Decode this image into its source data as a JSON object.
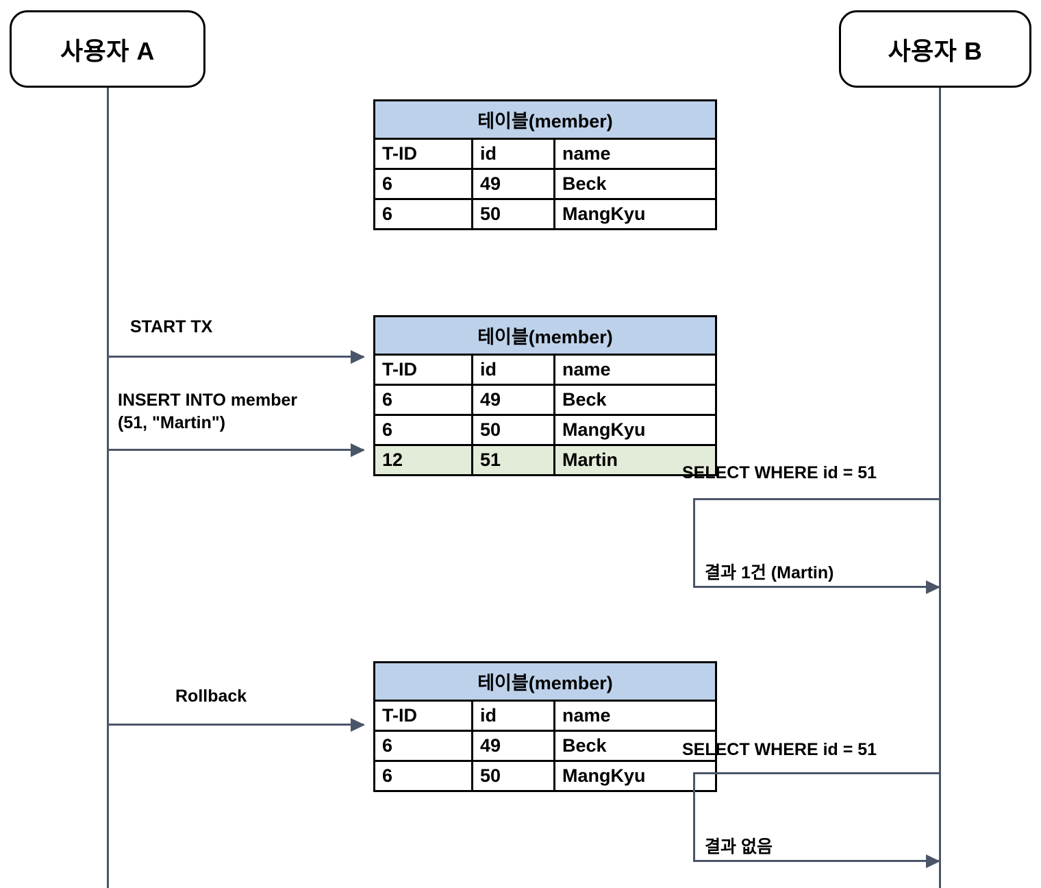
{
  "actors": {
    "left": {
      "label": "사용자 A"
    },
    "right": {
      "label": "사용자 B"
    }
  },
  "messages": {
    "start_tx": "START TX",
    "insert": "INSERT INTO member\n(51, \"Martin\")",
    "rollback": "Rollback"
  },
  "right_queries": [
    {
      "query": "SELECT WHERE id = 51",
      "result": "결과 1건 (Martin)"
    },
    {
      "query": "SELECT WHERE id = 51",
      "result": "결과 없음"
    }
  ],
  "tables": [
    {
      "title": "테이블(member)",
      "columns": [
        "T-ID",
        "id",
        "name"
      ],
      "rows": [
        {
          "cells": [
            "6",
            "49",
            "Beck"
          ],
          "highlight": false
        },
        {
          "cells": [
            "6",
            "50",
            "MangKyu"
          ],
          "highlight": false
        }
      ]
    },
    {
      "title": "테이블(member)",
      "columns": [
        "T-ID",
        "id",
        "name"
      ],
      "rows": [
        {
          "cells": [
            "6",
            "49",
            "Beck"
          ],
          "highlight": false
        },
        {
          "cells": [
            "6",
            "50",
            "MangKyu"
          ],
          "highlight": false
        },
        {
          "cells": [
            "12",
            "51",
            "Martin"
          ],
          "highlight": true
        }
      ]
    },
    {
      "title": "테이블(member)",
      "columns": [
        "T-ID",
        "id",
        "name"
      ],
      "rows": [
        {
          "cells": [
            "6",
            "49",
            "Beck"
          ],
          "highlight": false
        },
        {
          "cells": [
            "6",
            "50",
            "MangKyu"
          ],
          "highlight": false
        }
      ]
    }
  ],
  "colors": {
    "table_header": "#BDD2EA",
    "row_highlight": "#E3EBD9",
    "line": "#4A5568",
    "border": "#000000"
  }
}
